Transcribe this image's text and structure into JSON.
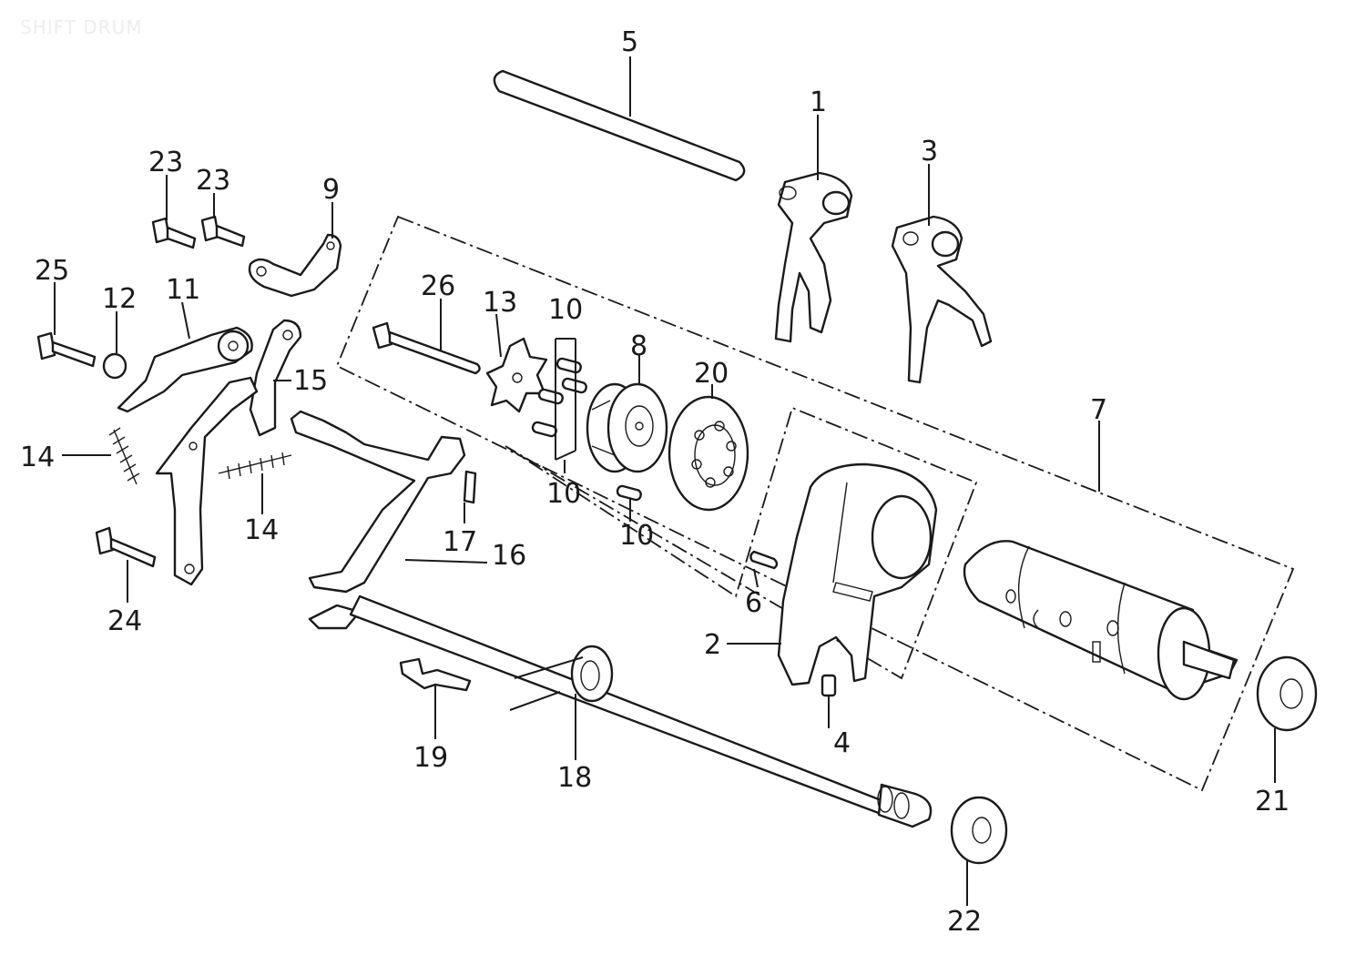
{
  "title": "SHIFT DRUM",
  "callouts": {
    "n1": "1",
    "n2": "2",
    "n3": "3",
    "n4": "4",
    "n5": "5",
    "n6": "6",
    "n7": "7",
    "n8": "8",
    "n9": "9",
    "n10a": "10",
    "n10b": "10",
    "n10c": "10",
    "n11": "11",
    "n12": "12",
    "n13": "13",
    "n14a": "14",
    "n14b": "14",
    "n15": "15",
    "n16": "16",
    "n17": "17",
    "n18": "18",
    "n19": "19",
    "n20": "20",
    "n21": "21",
    "n22": "22",
    "n23a": "23",
    "n23b": "23",
    "n24": "24",
    "n25": "25",
    "n26": "26"
  }
}
